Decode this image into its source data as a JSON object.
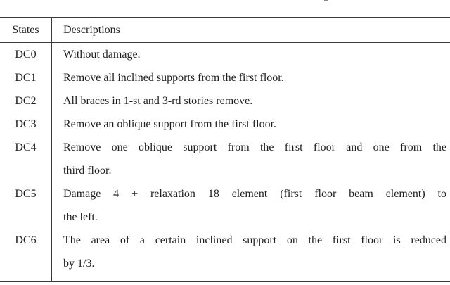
{
  "table": {
    "header": {
      "states": "States",
      "descriptions": "Descriptions"
    },
    "rows": [
      {
        "state": "DC0",
        "lines": [
          "Without damage."
        ]
      },
      {
        "state": "DC1",
        "lines": [
          "Remove all inclined supports from the first floor."
        ]
      },
      {
        "state": "DC2",
        "lines": [
          "All braces in 1-st and 3-rd stories remove."
        ]
      },
      {
        "state": "DC3",
        "lines": [
          "Remove an oblique support from the first floor."
        ]
      },
      {
        "state": "DC4",
        "lines": [
          "Remove one oblique support from the first floor and one from the",
          "third floor."
        ]
      },
      {
        "state": "DC5",
        "lines": [
          "Damage 4 + relaxation 18 element (first floor beam element) to",
          "the left."
        ]
      },
      {
        "state": "DC6",
        "lines": [
          "The area of a certain inclined support on the first floor is reduced",
          "by 1/3."
        ]
      }
    ]
  },
  "colors": {
    "rule": "#3a3a3a",
    "text": "#1f1f1f",
    "background": "#ffffff"
  }
}
